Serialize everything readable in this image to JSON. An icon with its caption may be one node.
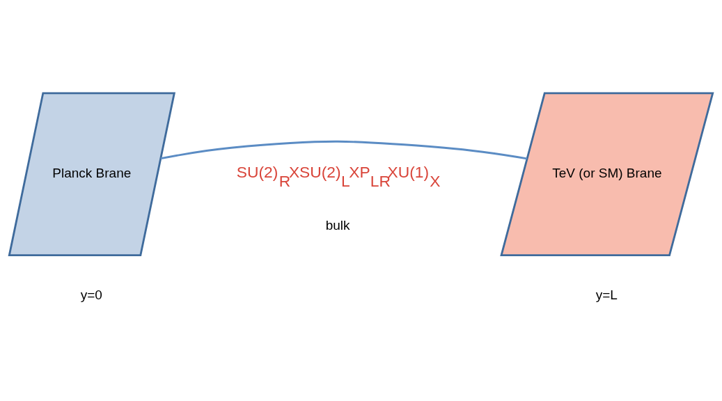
{
  "diagram": {
    "nodes": [
      {
        "text": [
          "Planck Brane"
        ]
      },
      {
        "text": [
          "TeV (or SM) Brane"
        ]
      }
    ],
    "edges": [
      {
        "from": 0,
        "to": 1,
        "arrow": "none"
      }
    ],
    "labels": [
      "SU(2)$_{R}$XSU(2)$_{L}$XP$_{LR}$XU(1)$_{X}$",
      "bulk",
      "y=0",
      "y=L"
    ]
  }
}
